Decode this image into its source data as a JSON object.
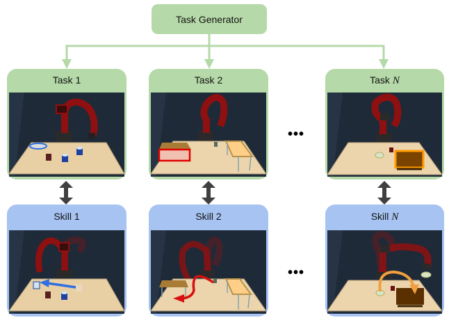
{
  "generator": {
    "label": "Task Generator"
  },
  "tasks": [
    {
      "prefix": "Task",
      "index": "1",
      "index_italic": false,
      "scene": "stack cans; blue ring plate, two blue cans, one dark can"
    },
    {
      "prefix": "Task",
      "index": "2",
      "index_italic": false,
      "scene": "two tables; red-highlighted box on left table, small object center"
    },
    {
      "prefix": "Task",
      "index": "N",
      "index_italic": true,
      "scene": "orange-highlighted tray, bowl and red cup"
    }
  ],
  "skills": [
    {
      "prefix": "Skill",
      "index": "1",
      "index_italic": false,
      "trajectory_color": "#2f6fe0"
    },
    {
      "prefix": "Skill",
      "index": "2",
      "index_italic": false,
      "trajectory_color": "#d81010"
    },
    {
      "prefix": "Skill",
      "index": "N",
      "index_italic": true,
      "trajectory_color": "#f0a040"
    }
  ],
  "ellipsis": "•••",
  "colors": {
    "task_green": "#b5d9a8",
    "skill_blue": "#a7c3f2",
    "connector_green": "#b5d9a8",
    "double_arrow": "#404040",
    "robot_red": "#8e1010",
    "table": "#e8cfa4",
    "background_scene": "#1e2a38"
  }
}
